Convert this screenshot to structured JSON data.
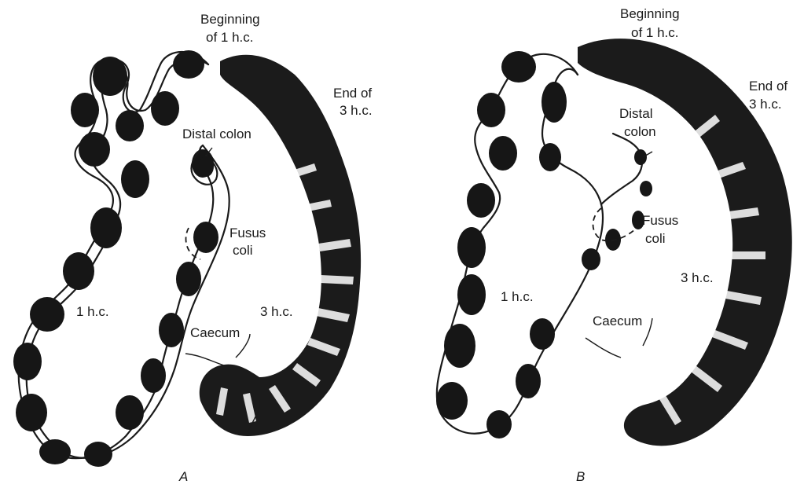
{
  "panels": [
    {
      "letter": "A",
      "labels": {
        "beginning_1hc": [
          "Beginning",
          "of 1 h.c."
        ],
        "end_3hc": [
          "End of",
          "3 h.c."
        ],
        "distal_colon": "Distal colon",
        "fusus_coli": [
          "Fusus",
          "coli"
        ],
        "one_hc": "1 h.c.",
        "three_hc": "3 h.c.",
        "caecum": "Caecum"
      }
    },
    {
      "letter": "B",
      "labels": {
        "beginning_1hc": [
          "Beginning",
          "of 1 h.c."
        ],
        "end_3hc": [
          "End of",
          "3 h.c."
        ],
        "distal_colon": [
          "Distal",
          "colon"
        ],
        "fusus_coli": [
          "Fusus",
          "coli"
        ],
        "one_hc": "1 h.c.",
        "three_hc": "3 h.c.",
        "caecum": "Caecum"
      }
    }
  ],
  "colors": {
    "ink": "#161616",
    "paper": "#ffffff"
  }
}
